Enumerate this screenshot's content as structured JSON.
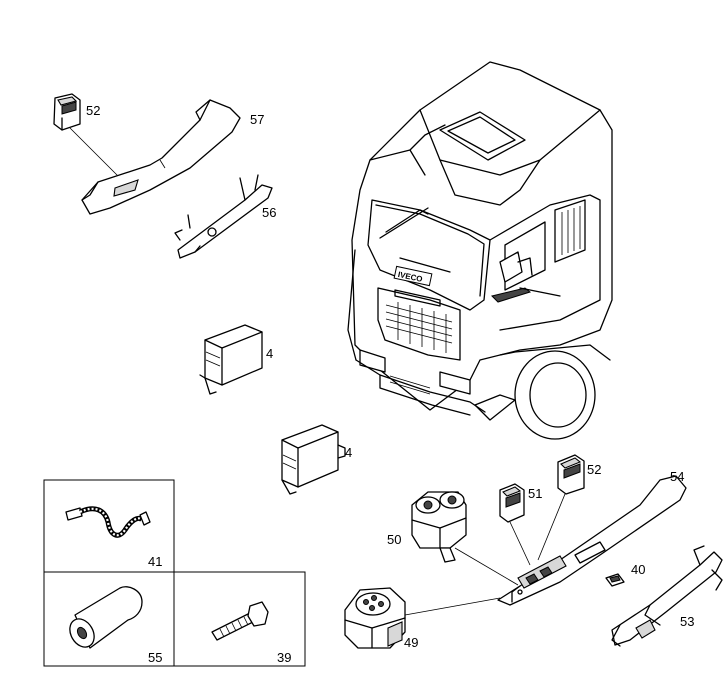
{
  "labels": {
    "p52_top": "52",
    "p57": "57",
    "p56": "56",
    "p4_upper": "4",
    "p4_lower": "4",
    "p41": "41",
    "p55": "55",
    "p39": "39",
    "p54": "54",
    "p52_right": "52",
    "p51": "51",
    "p50": "50",
    "p40": "40",
    "p53": "53",
    "p49": "49"
  },
  "truck_badge": "IVECO"
}
